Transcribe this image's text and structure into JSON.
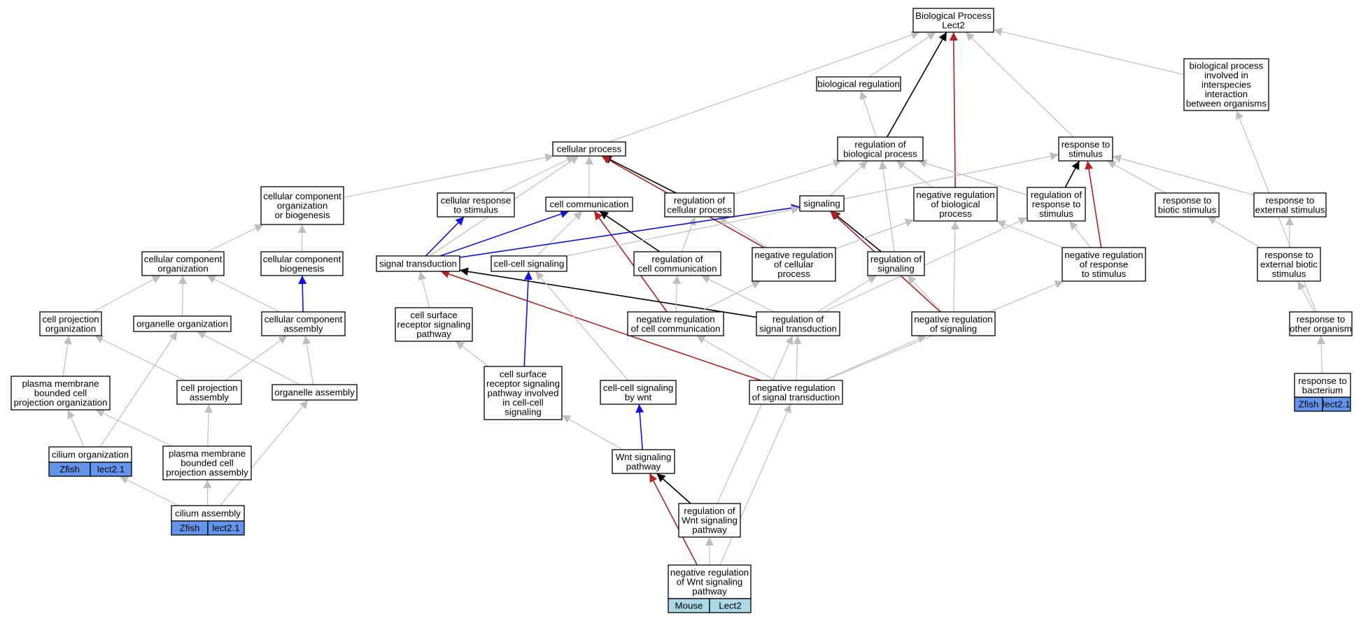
{
  "colors": {
    "gray": "#bfbfbf",
    "black": "#000000",
    "red": "#b22222",
    "blue": "#1010e6",
    "zfish": "#6495ed",
    "mouse": "#add8e6"
  },
  "nodes": [
    {
      "id": "bp_root",
      "lines": [
        "Biological Process",
        "Lect2"
      ]
    },
    {
      "id": "biological_regulation",
      "lines": [
        "biological regulation"
      ]
    },
    {
      "id": "bp_interspecies",
      "lines": [
        "biological process",
        "involved in",
        "interspecies",
        "interaction",
        "between organisms"
      ]
    },
    {
      "id": "cellular_process",
      "lines": [
        "cellular process"
      ]
    },
    {
      "id": "regulation_biological_process",
      "lines": [
        "regulation of",
        "biological process"
      ]
    },
    {
      "id": "response_to_stimulus",
      "lines": [
        "response to",
        "stimulus"
      ]
    },
    {
      "id": "cc_org_or_biogenesis",
      "lines": [
        "cellular component",
        "organization",
        "or biogenesis"
      ]
    },
    {
      "id": "cellular_response_to_stimulus",
      "lines": [
        "cellular response",
        "to stimulus"
      ]
    },
    {
      "id": "cell_communication",
      "lines": [
        "cell communication"
      ]
    },
    {
      "id": "regulation_cellular_process",
      "lines": [
        "regulation of",
        "cellular process"
      ]
    },
    {
      "id": "signaling",
      "lines": [
        "signaling"
      ]
    },
    {
      "id": "neg_reg_biological_process",
      "lines": [
        "negative regulation",
        "of biological",
        "process"
      ]
    },
    {
      "id": "regulation_response_to_stimulus",
      "lines": [
        "regulation of",
        "response to",
        "stimulus"
      ]
    },
    {
      "id": "response_biotic_stimulus",
      "lines": [
        "response to",
        "biotic stimulus"
      ]
    },
    {
      "id": "response_external_stimulus",
      "lines": [
        "response to",
        "external stimulus"
      ]
    },
    {
      "id": "cc_organization",
      "lines": [
        "cellular component",
        "organization"
      ]
    },
    {
      "id": "cc_biogenesis",
      "lines": [
        "cellular component",
        "biogenesis"
      ]
    },
    {
      "id": "signal_transduction",
      "lines": [
        "signal transduction"
      ]
    },
    {
      "id": "cell_cell_signaling",
      "lines": [
        "cell-cell signaling"
      ]
    },
    {
      "id": "regulation_cell_communication",
      "lines": [
        "regulation of",
        "cell communication"
      ]
    },
    {
      "id": "neg_reg_cellular_process",
      "lines": [
        "negative regulation",
        "of cellular",
        "process"
      ]
    },
    {
      "id": "regulation_signaling",
      "lines": [
        "regulation of",
        "signaling"
      ]
    },
    {
      "id": "neg_reg_response_to_stimulus",
      "lines": [
        "negative regulation",
        "of response",
        "to stimulus"
      ]
    },
    {
      "id": "response_external_biotic",
      "lines": [
        "response to",
        "external biotic",
        "stimulus"
      ]
    },
    {
      "id": "cell_projection_organization",
      "lines": [
        "cell projection",
        "organization"
      ]
    },
    {
      "id": "organelle_organization",
      "lines": [
        "organelle organization"
      ]
    },
    {
      "id": "cc_assembly",
      "lines": [
        "cellular component",
        "assembly"
      ]
    },
    {
      "id": "cell_surface_receptor_pathway",
      "lines": [
        "cell surface",
        "receptor signaling",
        "pathway"
      ]
    },
    {
      "id": "neg_reg_cell_communication",
      "lines": [
        "negative regulation",
        "of cell communication"
      ]
    },
    {
      "id": "regulation_signal_transduction",
      "lines": [
        "regulation of",
        "signal transduction"
      ]
    },
    {
      "id": "neg_reg_signaling",
      "lines": [
        "negative regulation",
        "of signaling"
      ]
    },
    {
      "id": "response_other_organism",
      "lines": [
        "response to",
        "other organism"
      ]
    },
    {
      "id": "pm_bounded_cell_projection_org",
      "lines": [
        "plasma membrane",
        "bounded cell",
        "projection organization"
      ]
    },
    {
      "id": "cell_projection_assembly",
      "lines": [
        "cell projection",
        "assembly"
      ]
    },
    {
      "id": "organelle_assembly",
      "lines": [
        "organelle assembly"
      ]
    },
    {
      "id": "csr_pathway_cell_cell",
      "lines": [
        "cell surface",
        "receptor signaling",
        "pathway involved",
        "in cell-cell",
        "signaling"
      ]
    },
    {
      "id": "cell_cell_signaling_wnt",
      "lines": [
        "cell-cell signaling",
        "by wnt"
      ]
    },
    {
      "id": "neg_reg_signal_transduction",
      "lines": [
        "negative regulation",
        "of signal transduction"
      ]
    },
    {
      "id": "response_to_bacterium",
      "lines": [
        "response to",
        "bacterium"
      ],
      "badges": [
        "Zfish",
        "lect2.1"
      ]
    },
    {
      "id": "cilium_organization",
      "lines": [
        "cilium organization"
      ],
      "badges": [
        "Zfish",
        "lect2.1"
      ]
    },
    {
      "id": "pm_bounded_cell_projection_assembly",
      "lines": [
        "plasma membrane",
        "bounded cell",
        "projection assembly"
      ]
    },
    {
      "id": "wnt_signaling_pathway",
      "lines": [
        "Wnt signaling",
        "pathway"
      ]
    },
    {
      "id": "cilium_assembly",
      "lines": [
        "cilium assembly"
      ],
      "badges": [
        "Zfish",
        "lect2.1"
      ]
    },
    {
      "id": "regulation_wnt_pathway",
      "lines": [
        "regulation of",
        "Wnt signaling",
        "pathway"
      ]
    },
    {
      "id": "neg_reg_wnt_pathway",
      "lines": [
        "negative regulation",
        "of Wnt signaling",
        "pathway"
      ],
      "badges": [
        "Mouse",
        "Lect2"
      ]
    }
  ],
  "edges": [
    [
      "biological_regulation",
      "bp_root",
      "gray"
    ],
    [
      "regulation_biological_process",
      "bp_root",
      "black"
    ],
    [
      "neg_reg_biological_process",
      "bp_root",
      "red"
    ],
    [
      "response_to_stimulus",
      "bp_root",
      "gray"
    ],
    [
      "bp_interspecies",
      "bp_root",
      "gray"
    ],
    [
      "cellular_process",
      "bp_root",
      "gray"
    ],
    [
      "regulation_biological_process",
      "biological_regulation",
      "gray"
    ],
    [
      "response_other_organism",
      "bp_interspecies",
      "gray"
    ],
    [
      "cellular_response_to_stimulus",
      "cellular_process",
      "gray"
    ],
    [
      "cell_communication",
      "cellular_process",
      "gray"
    ],
    [
      "regulation_cellular_process",
      "cellular_process",
      "black"
    ],
    [
      "neg_reg_cellular_process",
      "cellular_process",
      "red"
    ],
    [
      "cc_org_or_biogenesis",
      "cellular_process",
      "gray"
    ],
    [
      "signal_transduction",
      "cellular_process",
      "gray"
    ],
    [
      "regulation_cellular_process",
      "regulation_biological_process",
      "gray"
    ],
    [
      "neg_reg_biological_process",
      "regulation_biological_process",
      "gray"
    ],
    [
      "regulation_response_to_stimulus",
      "regulation_biological_process",
      "gray"
    ],
    [
      "signaling",
      "regulation_biological_process",
      "gray"
    ],
    [
      "regulation_signaling",
      "regulation_biological_process",
      "gray"
    ],
    [
      "regulation_response_to_stimulus",
      "response_to_stimulus",
      "black"
    ],
    [
      "neg_reg_response_to_stimulus",
      "response_to_stimulus",
      "red"
    ],
    [
      "response_biotic_stimulus",
      "response_to_stimulus",
      "gray"
    ],
    [
      "response_external_stimulus",
      "response_to_stimulus",
      "gray"
    ],
    [
      "signaling",
      "response_to_stimulus",
      "gray"
    ],
    [
      "cc_organization",
      "cc_org_or_biogenesis",
      "gray"
    ],
    [
      "cc_biogenesis",
      "cc_org_or_biogenesis",
      "gray"
    ],
    [
      "signal_transduction",
      "cellular_response_to_stimulus",
      "blue"
    ],
    [
      "signal_transduction",
      "cell_communication",
      "blue"
    ],
    [
      "cell_cell_signaling",
      "cell_communication",
      "gray"
    ],
    [
      "regulation_cell_communication",
      "cell_communication",
      "black"
    ],
    [
      "neg_reg_cell_communication",
      "cell_communication",
      "red"
    ],
    [
      "regulation_cell_communication",
      "regulation_cellular_process",
      "gray"
    ],
    [
      "neg_reg_cellular_process",
      "regulation_cellular_process",
      "gray"
    ],
    [
      "signal_transduction",
      "signaling",
      "blue"
    ],
    [
      "cell_cell_signaling",
      "signaling",
      "gray"
    ],
    [
      "regulation_signaling",
      "signaling",
      "black"
    ],
    [
      "neg_reg_signaling",
      "signaling",
      "red"
    ],
    [
      "neg_reg_cellular_process",
      "neg_reg_biological_process",
      "gray"
    ],
    [
      "neg_reg_response_to_stimulus",
      "neg_reg_biological_process",
      "gray"
    ],
    [
      "neg_reg_signaling",
      "neg_reg_biological_process",
      "gray"
    ],
    [
      "neg_reg_response_to_stimulus",
      "regulation_response_to_stimulus",
      "gray"
    ],
    [
      "regulation_signal_transduction",
      "regulation_response_to_stimulus",
      "gray"
    ],
    [
      "response_external_biotic",
      "response_biotic_stimulus",
      "gray"
    ],
    [
      "response_external_biotic",
      "response_external_stimulus",
      "gray"
    ],
    [
      "cell_projection_organization",
      "cc_organization",
      "gray"
    ],
    [
      "organelle_organization",
      "cc_organization",
      "gray"
    ],
    [
      "cc_assembly",
      "cc_organization",
      "gray"
    ],
    [
      "cc_assembly",
      "cc_biogenesis",
      "blue"
    ],
    [
      "cell_surface_receptor_pathway",
      "signal_transduction",
      "gray"
    ],
    [
      "regulation_signal_transduction",
      "signal_transduction",
      "black"
    ],
    [
      "neg_reg_signal_transduction",
      "signal_transduction",
      "red"
    ],
    [
      "csr_pathway_cell_cell",
      "cell_cell_signaling",
      "blue"
    ],
    [
      "cell_cell_signaling_wnt",
      "cell_cell_signaling",
      "gray"
    ],
    [
      "neg_reg_cell_communication",
      "regulation_cell_communication",
      "gray"
    ],
    [
      "regulation_signal_transduction",
      "regulation_cell_communication",
      "gray"
    ],
    [
      "neg_reg_cell_communication",
      "neg_reg_cellular_process",
      "gray"
    ],
    [
      "regulation_signal_transduction",
      "regulation_signaling",
      "gray"
    ],
    [
      "neg_reg_signaling",
      "regulation_signaling",
      "gray"
    ],
    [
      "neg_reg_signal_transduction",
      "neg_reg_response_to_stimulus",
      "gray"
    ],
    [
      "response_other_organism",
      "response_external_biotic",
      "gray"
    ],
    [
      "pm_bounded_cell_projection_org",
      "cell_projection_organization",
      "gray"
    ],
    [
      "cell_projection_assembly",
      "cell_projection_organization",
      "gray"
    ],
    [
      "cilium_organization",
      "organelle_organization",
      "gray"
    ],
    [
      "organelle_assembly",
      "organelle_organization",
      "gray"
    ],
    [
      "cell_projection_assembly",
      "cc_assembly",
      "gray"
    ],
    [
      "organelle_assembly",
      "cc_assembly",
      "gray"
    ],
    [
      "csr_pathway_cell_cell",
      "cell_surface_receptor_pathway",
      "gray"
    ],
    [
      "neg_reg_signal_transduction",
      "neg_reg_cell_communication",
      "gray"
    ],
    [
      "neg_reg_signal_transduction",
      "regulation_signal_transduction",
      "gray"
    ],
    [
      "regulation_wnt_pathway",
      "regulation_signal_transduction",
      "gray"
    ],
    [
      "neg_reg_signal_transduction",
      "neg_reg_signaling",
      "gray"
    ],
    [
      "response_to_bacterium",
      "response_other_organism",
      "gray"
    ],
    [
      "cilium_organization",
      "pm_bounded_cell_projection_org",
      "gray"
    ],
    [
      "pm_bounded_cell_projection_assembly",
      "pm_bounded_cell_projection_org",
      "gray"
    ],
    [
      "pm_bounded_cell_projection_assembly",
      "cell_projection_assembly",
      "gray"
    ],
    [
      "cilium_assembly",
      "organelle_assembly",
      "gray"
    ],
    [
      "wnt_signaling_pathway",
      "csr_pathway_cell_cell",
      "gray"
    ],
    [
      "wnt_signaling_pathway",
      "cell_cell_signaling_wnt",
      "blue"
    ],
    [
      "neg_reg_wnt_pathway",
      "neg_reg_signal_transduction",
      "gray"
    ],
    [
      "cilium_assembly",
      "cilium_organization",
      "gray"
    ],
    [
      "cilium_assembly",
      "pm_bounded_cell_projection_assembly",
      "gray"
    ],
    [
      "regulation_wnt_pathway",
      "wnt_signaling_pathway",
      "black"
    ],
    [
      "neg_reg_wnt_pathway",
      "wnt_signaling_pathway",
      "red"
    ],
    [
      "neg_reg_wnt_pathway",
      "regulation_wnt_pathway",
      "gray"
    ]
  ]
}
